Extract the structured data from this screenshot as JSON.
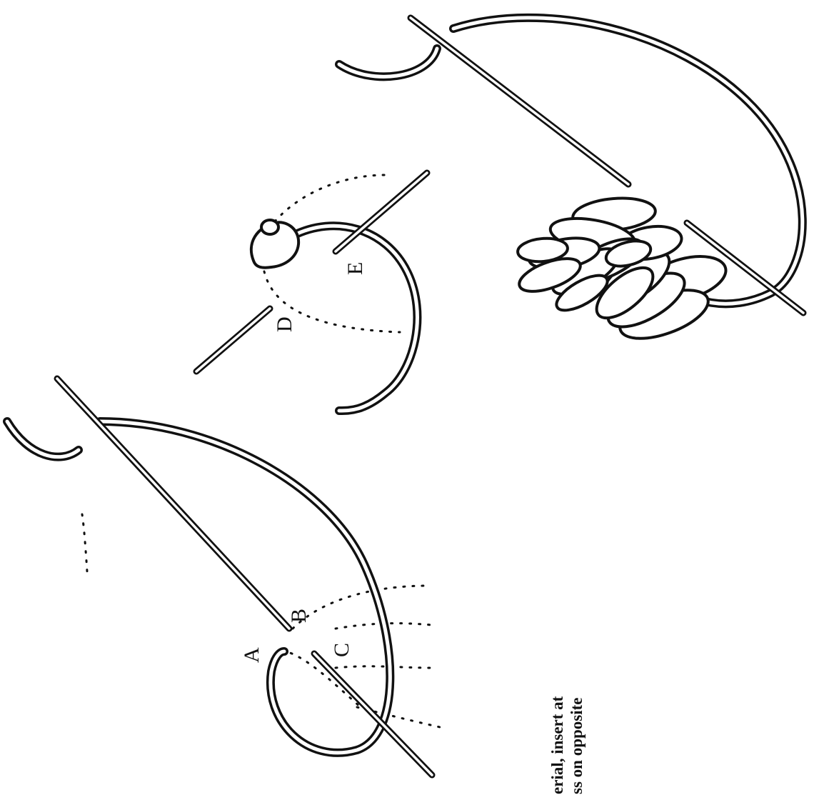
{
  "figure": {
    "labels": {
      "a": "A",
      "b": "B",
      "c": "C",
      "d": "D",
      "e": "E"
    },
    "caption": {
      "line1": "erial,  insert  at",
      "line2": "ss  on  opposite"
    }
  }
}
